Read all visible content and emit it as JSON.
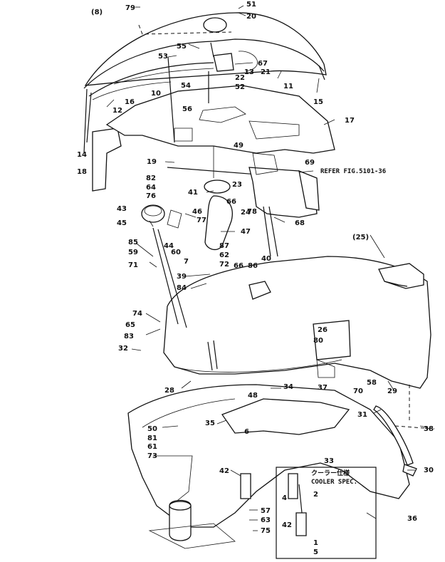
{
  "callouts": {
    "c8": "(8)",
    "c79": "79",
    "c51": "51",
    "c20": "20",
    "c55": "55",
    "c53": "53",
    "c67": "67",
    "c21": "21",
    "c13": "13",
    "c22": "22",
    "c52": "52",
    "c54": "54",
    "c56": "56",
    "c10": "10",
    "c11": "11",
    "c16": "16",
    "c12": "12",
    "c15": "15",
    "c17": "17",
    "c14": "14",
    "c18": "18",
    "c19": "19",
    "c49": "49",
    "c69": "69",
    "c82": "82",
    "c64": "64",
    "c76": "76",
    "c41": "41",
    "c23": "23",
    "c78": "78",
    "c66": "66",
    "c43": "43",
    "c46": "46",
    "c45": "45",
    "c77": "77",
    "c24": "24",
    "c68": "68",
    "c47": "47",
    "c44": "44",
    "c60": "60",
    "c7": "7",
    "c85": "85",
    "c59": "59",
    "c71": "71",
    "c87": "87",
    "c62": "62",
    "c72": "72",
    "c86": "86",
    "c40": "40",
    "c25": "(25)",
    "c39": "39",
    "c84": "84",
    "c74": "74",
    "c65": "65",
    "c83": "83",
    "c32": "32",
    "c26": "26",
    "c80": "80",
    "c58": "58",
    "c70": "70",
    "c37": "37",
    "c28": "28",
    "c48": "48",
    "c34": "34",
    "c29": "29",
    "c31": "31",
    "c38": "38",
    "c35": "35",
    "c50": "50",
    "c81": "81",
    "c61": "61",
    "c73": "73",
    "c6": "6",
    "c33": "33",
    "c30": "30",
    "c42": "42",
    "c57": "57",
    "c63": "63",
    "c75": "75",
    "c36": "36",
    "c4": "4",
    "c2": "2",
    "c42b": "42",
    "c1": "1",
    "c5": "5"
  },
  "refer_note": "REFER FIG.5101-36",
  "cooler_jp": "クーラー仕様",
  "cooler_en": "COOLER SPEC."
}
